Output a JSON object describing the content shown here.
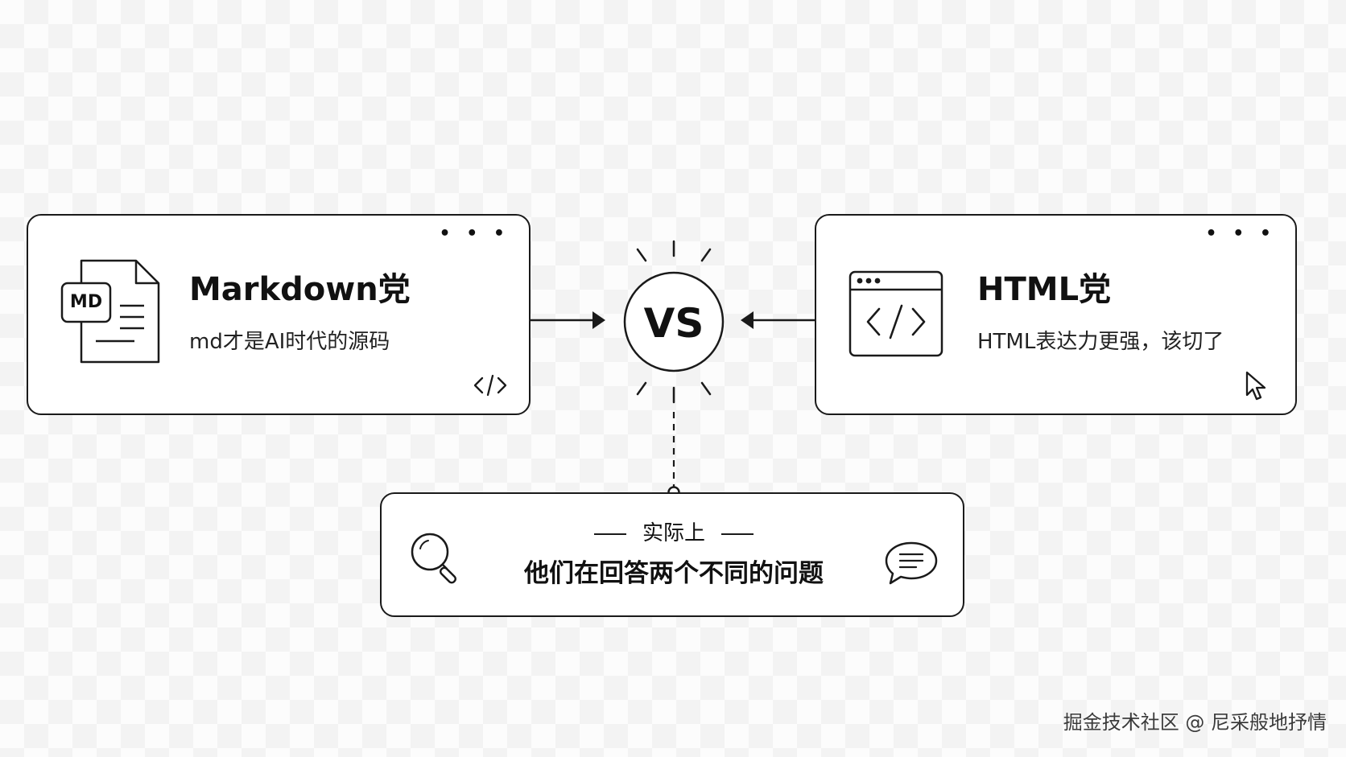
{
  "left_card": {
    "title": "Markdown党",
    "subtitle": "md才是AI时代的源码",
    "file_badge": "MD",
    "menu_dots": "• • •",
    "corner_icon": "code-icon"
  },
  "center": {
    "label": "VS"
  },
  "right_card": {
    "title": "HTML党",
    "subtitle": "HTML表达力更强，该切了",
    "menu_dots": "• • •",
    "corner_icon": "cursor-icon"
  },
  "bottom_card": {
    "kicker": "实际上",
    "headline": "他们在回答两个不同的问题",
    "left_icon": "search-icon",
    "right_icon": "chat-bubble-icon"
  },
  "watermark": "掘金技术社区 @ 尼采般地抒情",
  "colors": {
    "ink": "#1a1a1a",
    "background": "#ffffff",
    "checker": "#f3f3f3"
  }
}
